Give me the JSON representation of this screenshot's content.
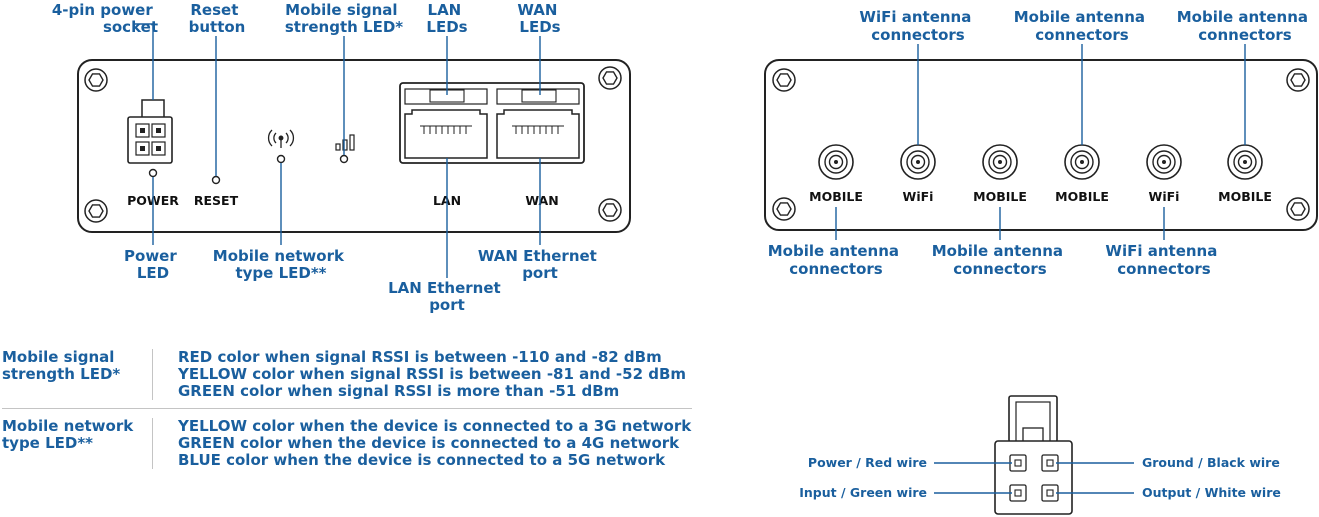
{
  "front_panel": {
    "port_labels": {
      "power": "POWER",
      "reset": "RESET",
      "lan": "LAN",
      "wan": "WAN"
    },
    "callouts": {
      "power_socket": [
        "4-pin power",
        "socket"
      ],
      "reset_button": [
        "Reset",
        "button"
      ],
      "signal_led": [
        "Mobile signal",
        "strength LED*"
      ],
      "lan_leds": [
        "LAN",
        "LEDs"
      ],
      "wan_leds": [
        "WAN",
        "LEDs"
      ],
      "power_led": [
        "Power",
        "LED"
      ],
      "network_type_led": [
        "Mobile network",
        "type LED**"
      ],
      "lan_port": [
        "LAN Ethernet",
        "port"
      ],
      "wan_port": [
        "WAN Ethernet",
        "port"
      ]
    }
  },
  "rear_panel": {
    "connector_labels": [
      "MOBILE",
      "WiFi",
      "MOBILE",
      "MOBILE",
      "WiFi",
      "MOBILE"
    ],
    "top_callouts": {
      "wifi_1": [
        "WiFi antenna",
        "connectors"
      ],
      "mobile_1": [
        "Mobile antenna",
        "connectors"
      ],
      "mobile_2": [
        "Mobile antenna",
        "connectors"
      ]
    },
    "bottom_callouts": {
      "mobile_a": [
        "Mobile antenna",
        "connectors"
      ],
      "mobile_b": [
        "Mobile antenna",
        "connectors"
      ],
      "wifi_b": [
        "WiFi antenna",
        "connectors"
      ]
    }
  },
  "legend": [
    {
      "term": [
        "Mobile signal",
        "strength LED*"
      ],
      "lines": [
        "RED color when signal RSSI is between -110 and -82 dBm",
        "YELLOW color when signal RSSI is between -81 and -52 dBm",
        "GREEN color when signal RSSI is more than -51 dBm"
      ]
    },
    {
      "term": [
        "Mobile network",
        "type LED**"
      ],
      "lines": [
        "YELLOW color when the device is connected to a 3G network",
        "GREEN color when the device is connected to a 4G network",
        "BLUE color when the device is connected to a 5G network"
      ]
    }
  ],
  "power_connector": {
    "wires": {
      "top_left": "Power / Red wire",
      "bottom_left": "Input / Green wire",
      "top_right": "Ground / Black wire",
      "bottom_right": "Output / White wire"
    }
  },
  "colors": {
    "callout": "#1a5f9e",
    "outline": "#222222",
    "divider": "#c4c4c4"
  }
}
